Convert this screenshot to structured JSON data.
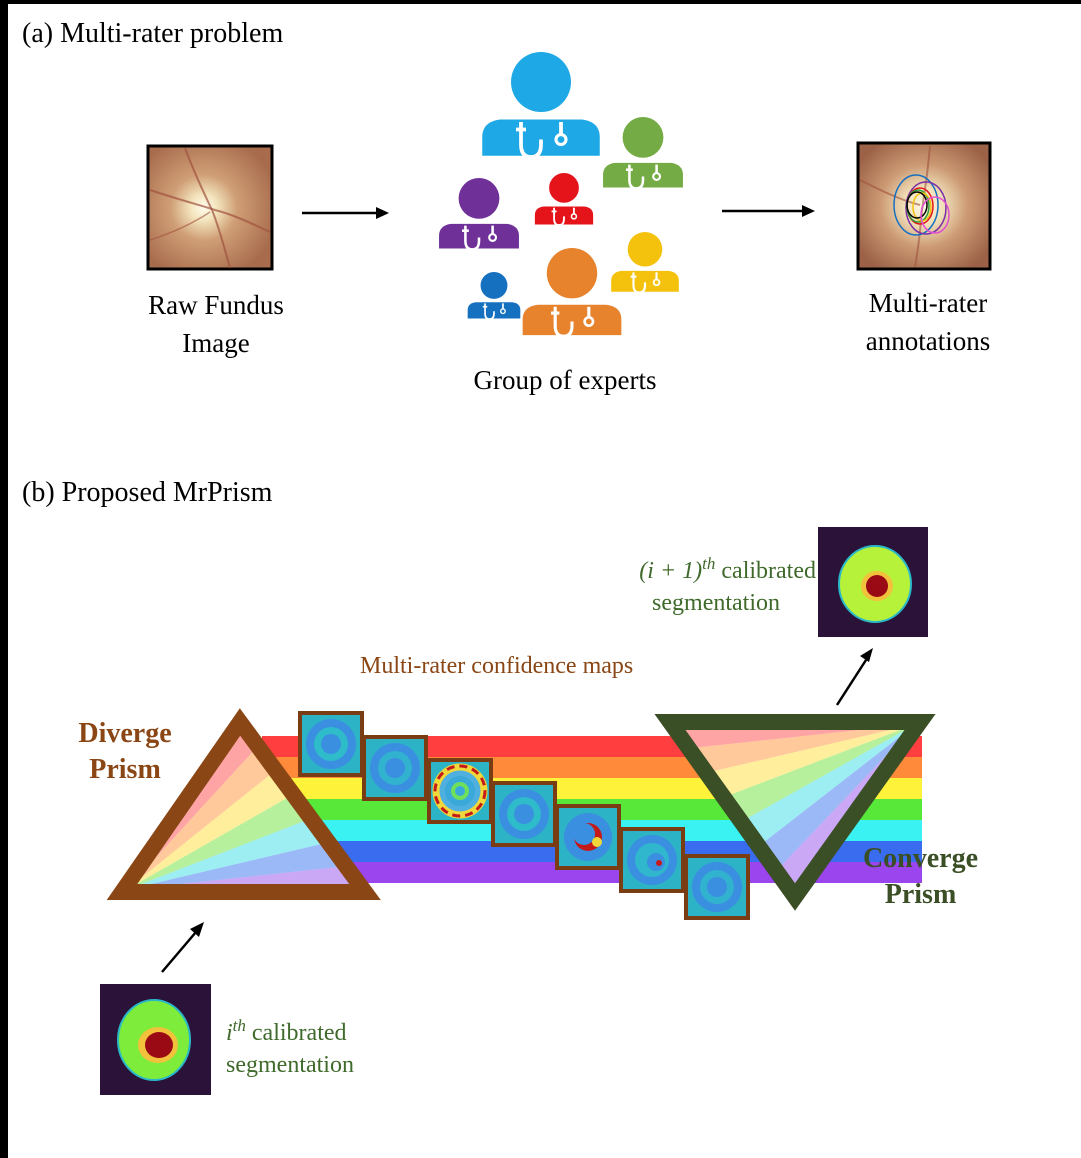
{
  "section_a": {
    "title": "(a) Multi-rater problem",
    "raw_image_caption_1": "Raw Fundus",
    "raw_image_caption_2": "Image",
    "experts_caption": "Group of experts",
    "annotations_caption_1": "Multi-rater",
    "annotations_caption_2": "annotations",
    "expert_colors": [
      "#1fa8e6",
      "#75ab45",
      "#6f3198",
      "#e5141b",
      "#e7822d",
      "#f4c20d",
      "#1670c0"
    ]
  },
  "section_b": {
    "title": "(b) Proposed MrPrism",
    "confidence_maps_label": "Multi-rater confidence maps",
    "diverge_label_1": "Diverge",
    "diverge_label_2": "Prism",
    "converge_label_1": "Converge",
    "converge_label_2": "Prism",
    "output_caption_sup": "(i + 1)",
    "output_caption_th": "th",
    "output_caption_rest": " calibrated",
    "output_caption_2": "segmentation",
    "input_caption_sup": "i",
    "input_caption_th": "th",
    "input_caption_rest": " calibrated",
    "input_caption_2": "segmentation",
    "rainbow_colors": [
      "#ff3f3f",
      "#ff8b3a",
      "#fff23a",
      "#58e83a",
      "#3af2f2",
      "#3a6cf0",
      "#9a45ee"
    ],
    "diverge_color": "#8a4614",
    "converge_color": "#3a4f26"
  }
}
